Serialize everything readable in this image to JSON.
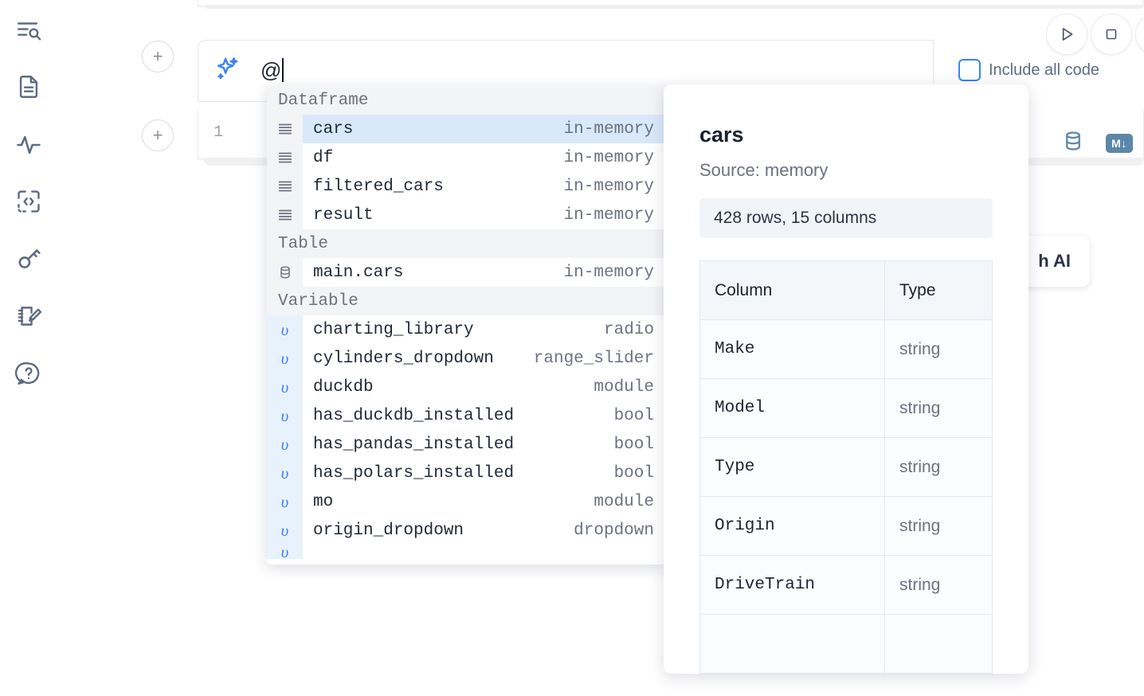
{
  "app": {
    "prompt_value": "@",
    "include_all_code_label": "Include all code",
    "gutter_line_number": "1",
    "with_ai_label": "h AI"
  },
  "sidebar": {
    "items": [
      {
        "name": "explore-icon",
        "label": "Explore"
      },
      {
        "name": "file-text-icon",
        "label": "Notebook file"
      },
      {
        "name": "activity-icon",
        "label": "Activity"
      },
      {
        "name": "code-embed-icon",
        "label": "Snippets"
      },
      {
        "name": "key-icon",
        "label": "Secrets"
      },
      {
        "name": "scratchpad-icon",
        "label": "Scratchpad"
      },
      {
        "name": "help-icon",
        "label": "Help"
      }
    ]
  },
  "toolbar": {
    "run_label": "Run",
    "stop_label": "Stop",
    "more_label": "More",
    "database_label": "SQL cell",
    "markdown_label": "M↓"
  },
  "autocomplete": {
    "groups": [
      {
        "title": "Dataframe",
        "icon": "dataframe-icon",
        "items": [
          {
            "name": "cars",
            "meta": "in-memory",
            "selected": true
          },
          {
            "name": "df",
            "meta": "in-memory",
            "selected": false
          },
          {
            "name": "filtered_cars",
            "meta": "in-memory",
            "selected": false
          },
          {
            "name": "result",
            "meta": "in-memory",
            "selected": false
          }
        ]
      },
      {
        "title": "Table",
        "icon": "database-icon",
        "items": [
          {
            "name": "main.cars",
            "meta": "in-memory",
            "selected": false
          }
        ]
      },
      {
        "title": "Variable",
        "icon": "variable-icon",
        "items": [
          {
            "name": "charting_library",
            "meta": "radio",
            "selected": false
          },
          {
            "name": "cylinders_dropdown",
            "meta": "range_slider",
            "selected": false
          },
          {
            "name": "duckdb",
            "meta": "module",
            "selected": false
          },
          {
            "name": "has_duckdb_installed",
            "meta": "bool",
            "selected": false
          },
          {
            "name": "has_pandas_installed",
            "meta": "bool",
            "selected": false
          },
          {
            "name": "has_polars_installed",
            "meta": "bool",
            "selected": false
          },
          {
            "name": "mo",
            "meta": "module",
            "selected": false
          },
          {
            "name": "origin_dropdown",
            "meta": "dropdown",
            "selected": false
          },
          {
            "name": "",
            "meta": "",
            "selected": false
          }
        ]
      }
    ]
  },
  "preview": {
    "title": "cars",
    "source": "Source: memory",
    "shape": "428 rows, 15 columns",
    "columns_header": "Column",
    "type_header": "Type",
    "rows": [
      {
        "column": "Make",
        "type": "string"
      },
      {
        "column": "Model",
        "type": "string"
      },
      {
        "column": "Type",
        "type": "string"
      },
      {
        "column": "Origin",
        "type": "string"
      },
      {
        "column": "DriveTrain",
        "type": "string"
      }
    ]
  },
  "colors": {
    "accent_blue": "#3b82f6",
    "selected_row": "#d9e9fa",
    "variable_strip": "#e8f2fd",
    "section_header": "#f3f4f6",
    "icon_slate": "#5c6b84",
    "tool_blue": "#5b87a8"
  }
}
